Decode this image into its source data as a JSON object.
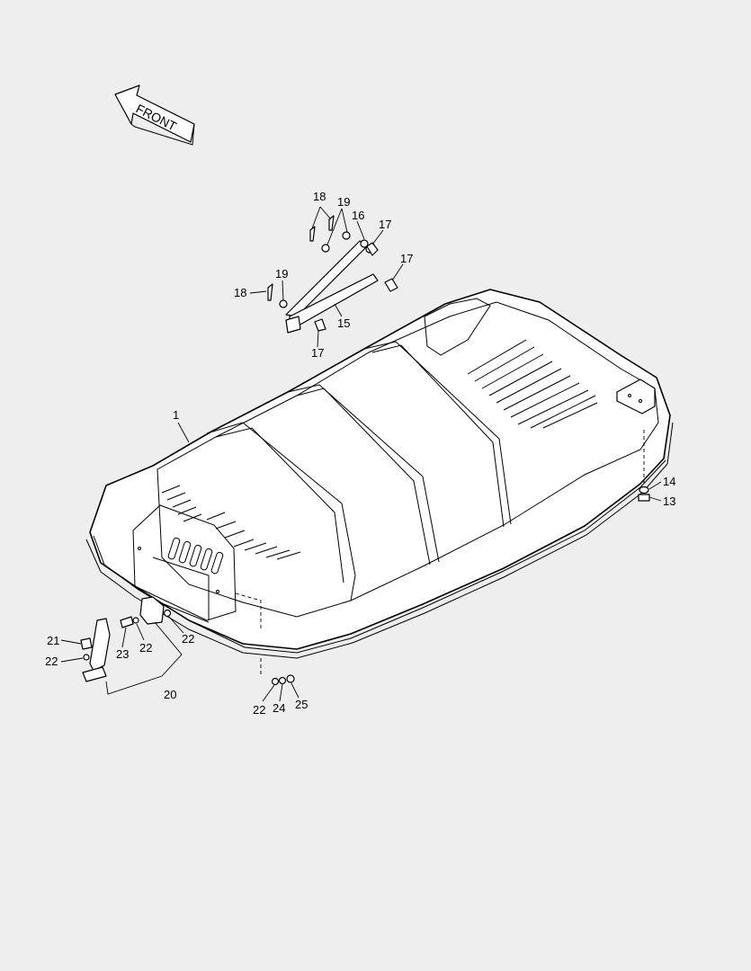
{
  "diagram": {
    "front_label": "FRONT",
    "callouts": [
      {
        "id": "c1",
        "text": "1"
      },
      {
        "id": "c13",
        "text": "13"
      },
      {
        "id": "c14",
        "text": "14"
      },
      {
        "id": "c15",
        "text": "15"
      },
      {
        "id": "c16",
        "text": "16"
      },
      {
        "id": "c17a",
        "text": "17"
      },
      {
        "id": "c17b",
        "text": "17"
      },
      {
        "id": "c17c",
        "text": "17"
      },
      {
        "id": "c18a",
        "text": "18"
      },
      {
        "id": "c18b",
        "text": "18"
      },
      {
        "id": "c19a",
        "text": "19"
      },
      {
        "id": "c19b",
        "text": "19"
      },
      {
        "id": "c20",
        "text": "20"
      },
      {
        "id": "c21",
        "text": "21"
      },
      {
        "id": "c22a",
        "text": "22"
      },
      {
        "id": "c22b",
        "text": "22"
      },
      {
        "id": "c22c",
        "text": "22"
      },
      {
        "id": "c22d",
        "text": "22"
      },
      {
        "id": "c23",
        "text": "23"
      },
      {
        "id": "c24",
        "text": "24"
      },
      {
        "id": "c25",
        "text": "25"
      }
    ]
  }
}
